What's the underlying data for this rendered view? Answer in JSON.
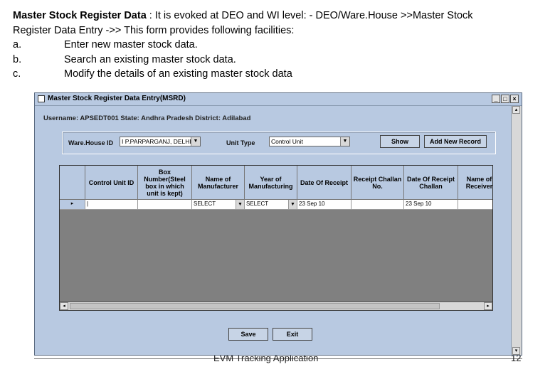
{
  "doc": {
    "line1_bold": "Master Stock Register Data",
    "line1_rest": " : It is evoked at DEO  and WI level: - DEO/Ware.House >>Master Stock",
    "line2": "Register Data Entry ->> This form provides following facilities:",
    "items": [
      {
        "mark": "a.",
        "text": "Enter new master stock data."
      },
      {
        "mark": "b.",
        "text": "Search an existing master stock data."
      },
      {
        "mark": "c.",
        "text": "Modify the details of an existing master stock data"
      }
    ]
  },
  "footer": {
    "text": "EVM  Tracking Application",
    "page": "12"
  },
  "window": {
    "title": "Master Stock Register Data Entry(MSRD)",
    "minimize": "_",
    "maximize": "□",
    "close": "×"
  },
  "userinfo": "Username: APSEDT001  State: Andhra Pradesh  District: Adilabad",
  "filter": {
    "warehouse_label": "Ware.House ID",
    "warehouse_value": "I P.PARPARGANJ, DELHI",
    "unit_type_label": "Unit Type",
    "unit_type_value": "Control Unit",
    "show_button": "Show",
    "add_button": "Add New Record"
  },
  "grid": {
    "columns": [
      "",
      "Control Unit ID",
      "Box Number(Steel box in which unit is kept)",
      "Name of Manufacturer",
      "Year of Manufacturing",
      "Date Of Receipt",
      "Receipt Challan No.",
      "Date Of Receipt Challan",
      "Name of Receiver"
    ],
    "row": {
      "indicator": "▸",
      "control_unit_id": "|",
      "box_number": "",
      "manufacturer": "SELECT",
      "year": "SELECT",
      "date_receipt": "23 Sep 10",
      "challan_no": "",
      "date_challan": "23 Sep 10",
      "receiver": ""
    }
  },
  "buttons": {
    "save": "Save",
    "exit": "Exit"
  },
  "icons": {
    "dropdown": "▼",
    "scroll_left": "◂",
    "scroll_right": "▸",
    "scroll_up": "▴",
    "scroll_down": "▾"
  }
}
